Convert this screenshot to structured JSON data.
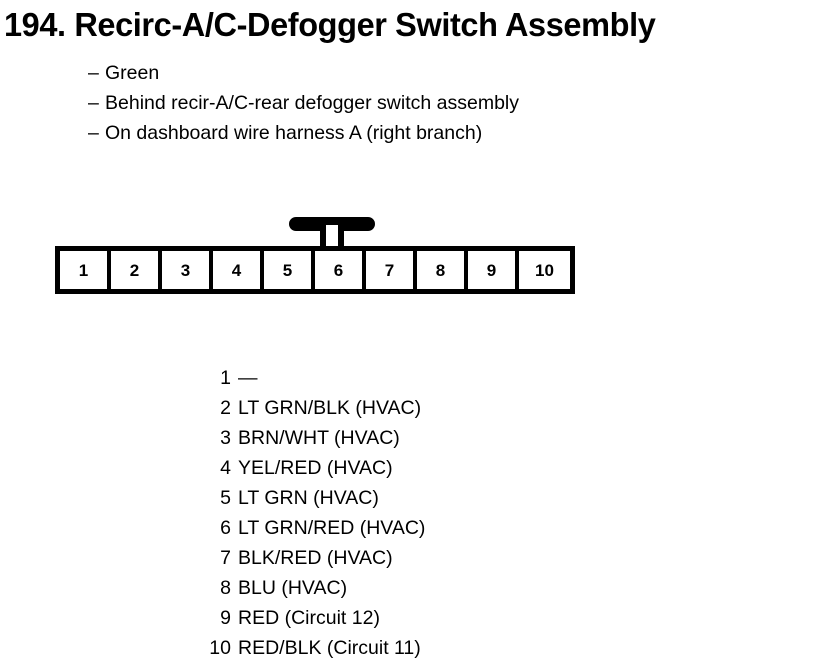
{
  "title": "194.  Recirc-A/C-Defogger Switch Assembly",
  "attributes": {
    "dash": "–",
    "items": [
      {
        "text": "Green"
      },
      {
        "text": "Behind recir-A/C-rear defogger switch assembly"
      },
      {
        "text": "On dashboard wire harness A (right branch)"
      }
    ]
  },
  "connector": {
    "name": "connector-10-pin",
    "latch_icon": "connector-latch-icon",
    "pin_count": 10,
    "cells": [
      {
        "number": "1"
      },
      {
        "number": "2"
      },
      {
        "number": "3"
      },
      {
        "number": "4"
      },
      {
        "number": "5"
      },
      {
        "number": "6"
      },
      {
        "number": "7"
      },
      {
        "number": "8"
      },
      {
        "number": "9"
      },
      {
        "number": "10"
      }
    ]
  },
  "pin_list": [
    {
      "number": "1",
      "wire": "—"
    },
    {
      "number": "2",
      "wire": "LT GRN/BLK (HVAC)"
    },
    {
      "number": "3",
      "wire": "BRN/WHT (HVAC)"
    },
    {
      "number": "4",
      "wire": "YEL/RED (HVAC)"
    },
    {
      "number": "5",
      "wire": "LT GRN (HVAC)"
    },
    {
      "number": "6",
      "wire": "LT GRN/RED (HVAC)"
    },
    {
      "number": "7",
      "wire": "BLK/RED (HVAC)"
    },
    {
      "number": "8",
      "wire": "BLU (HVAC)"
    },
    {
      "number": "9",
      "wire": "RED (Circuit 12)"
    },
    {
      "number": "10",
      "wire": "RED/BLK (Circuit 11)"
    }
  ],
  "colors": {
    "ink": "#000000",
    "paper": "#ffffff"
  }
}
